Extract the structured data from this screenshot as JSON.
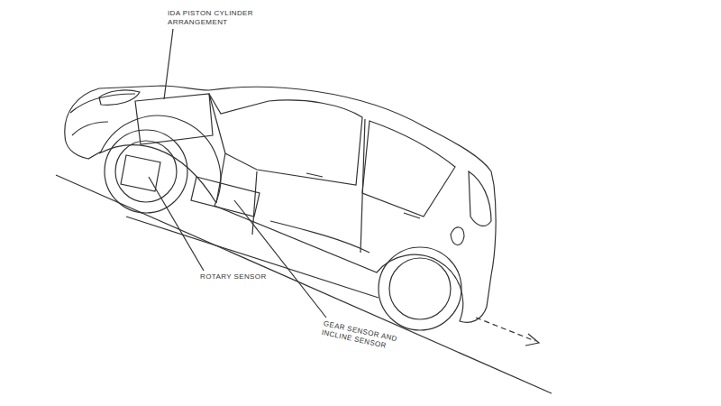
{
  "diagram": {
    "labels": [
      "IDA PISTON CYLINDER ARRANGEMENT",
      "ROTARY SENSOR",
      "GEAR SENSOR AND INCLINE SENSOR"
    ]
  }
}
